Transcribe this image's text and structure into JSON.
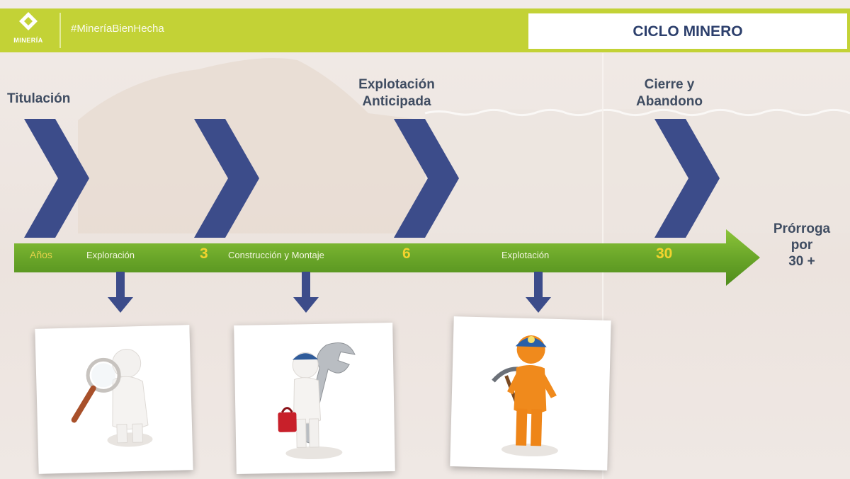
{
  "header": {
    "logo_text": "MINERÍA",
    "hashtag": "#MineríaBienHecha",
    "title": "CICLO MINERO"
  },
  "phases": [
    {
      "line1": "Titulación",
      "line2": ""
    },
    {
      "line1": "Explotación",
      "line2": "Anticipada"
    },
    {
      "line1": "Cierre y",
      "line2": "Abandono"
    }
  ],
  "timeline": {
    "years_label": "Años",
    "stages": [
      "Exploración",
      "Construcción y Montaje",
      "Explotación"
    ],
    "years": [
      "3",
      "6",
      "30"
    ]
  },
  "extension": {
    "line1": "Prórroga",
    "line2": "por",
    "line3": "30 +"
  },
  "cards": [
    {
      "icon": "magnifier-figure-icon"
    },
    {
      "icon": "wrench-worker-icon"
    },
    {
      "icon": "miner-pickaxe-icon"
    }
  ],
  "colors": {
    "header_bg": "#c3d236",
    "title_text": "#2c3f6c",
    "chevron": "#3c4c8a",
    "timeline_green": "#6aa629",
    "year_numbers": "#f3d32e",
    "miner_orange": "#f08a1c"
  }
}
